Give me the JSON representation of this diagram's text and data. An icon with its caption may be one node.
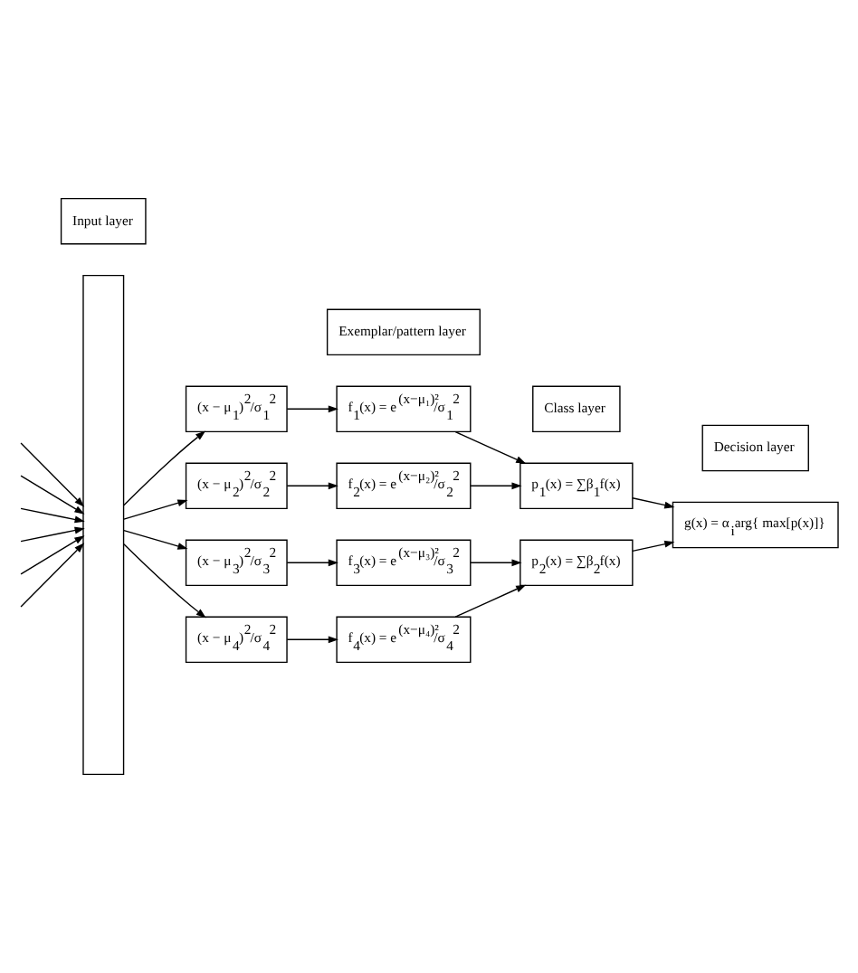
{
  "diagram": {
    "nodes": [
      {
        "text": [],
        "shape": "bar"
      },
      {
        "text": [
          "(x − μ$_{1}$)$^{2}$/σ$_{1}$$^{2}$"
        ]
      },
      {
        "text": [
          "(x − μ$_{2}$)$^{2}$/σ$_{2}$$^{2}$"
        ]
      },
      {
        "text": [
          "(x − μ$_{3}$)$^{2}$/σ$_{3}$$^{2}$"
        ]
      },
      {
        "text": [
          "(x − μ$_{4}$)$^{2}$/σ$_{4}$$^{2}$"
        ]
      },
      {
        "text": [
          "f$_{1}$(x) = e$^{(x−μ₁)²}$/σ$_{1}$$^{2}$"
        ]
      },
      {
        "text": [
          "f$_{2}$(x) = e$^{(x−μ₂)²}$/σ$_{2}$$^{2}$"
        ]
      },
      {
        "text": [
          "f$_{3}$(x) = e$^{(x−μ₃)²}$/σ$_{3}$$^{2}$"
        ]
      },
      {
        "text": [
          "f$_{4}$(x) = e$^{(x−μ₄)²}$/σ$_{4}$$^{2}$"
        ]
      },
      {
        "text": [
          "p$_{1}$(x) = ∑β$_{1}$f(x)"
        ]
      },
      {
        "text": [
          "p$_{2}$(x) = ∑β$_{2}$f(x)"
        ]
      },
      {
        "text": [
          "g(x) = α$_{i}$arg{ max[p(x)]}"
        ]
      },
      {
        "text": [
          "Input layer"
        ]
      },
      {
        "text": [
          "Exemplar/pattern layer"
        ]
      },
      {
        "text": [
          "Class layer"
        ]
      },
      {
        "text": [
          "Decision layer"
        ]
      }
    ],
    "edges": [
      {
        "from": null,
        "to": 0,
        "arrow": "to"
      },
      {
        "from": null,
        "to": 0,
        "arrow": "to"
      },
      {
        "from": null,
        "to": 0,
        "arrow": "to"
      },
      {
        "from": null,
        "to": 0,
        "arrow": "to"
      },
      {
        "from": null,
        "to": 0,
        "arrow": "to"
      },
      {
        "from": null,
        "to": 0,
        "arrow": "to"
      },
      {
        "from": 0,
        "to": 1,
        "arrow": "to"
      },
      {
        "from": 0,
        "to": 2,
        "arrow": "to"
      },
      {
        "from": 0,
        "to": 3,
        "arrow": "to"
      },
      {
        "from": 0,
        "to": 4,
        "arrow": "to"
      },
      {
        "from": 1,
        "to": 5,
        "arrow": "to"
      },
      {
        "from": 2,
        "to": 6,
        "arrow": "to"
      },
      {
        "from": 3,
        "to": 7,
        "arrow": "to"
      },
      {
        "from": 4,
        "to": 8,
        "arrow": "to"
      },
      {
        "from": 5,
        "to": 9,
        "arrow": "to"
      },
      {
        "from": 6,
        "to": 9,
        "arrow": "to"
      },
      {
        "from": 7,
        "to": 10,
        "arrow": "to"
      },
      {
        "from": 8,
        "to": 10,
        "arrow": "to"
      },
      {
        "from": 9,
        "to": 11,
        "arrow": "to"
      },
      {
        "from": 10,
        "to": 11,
        "arrow": "to"
      }
    ]
  }
}
